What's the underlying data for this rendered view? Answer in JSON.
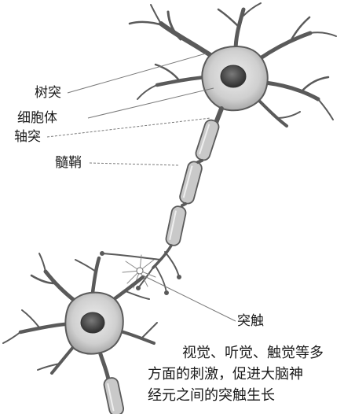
{
  "labels": {
    "dendrite": "树突",
    "cell_body": "细胞体",
    "axon": "轴突",
    "myelin_sheath": "髓鞘",
    "synapse": "突触"
  },
  "caption": {
    "line1": "视觉、听觉、触觉等多",
    "line2": "方面的刺激，促进大脑神",
    "line3": "经元之间的突触生长"
  },
  "colors": {
    "cell_fill": "#d7d7d7",
    "cell_stroke": "#5a5a5a",
    "nucleus": "#4a4a4a",
    "sheath_fill": "#c9c9c9",
    "leader_line": "#7a7a7a"
  }
}
